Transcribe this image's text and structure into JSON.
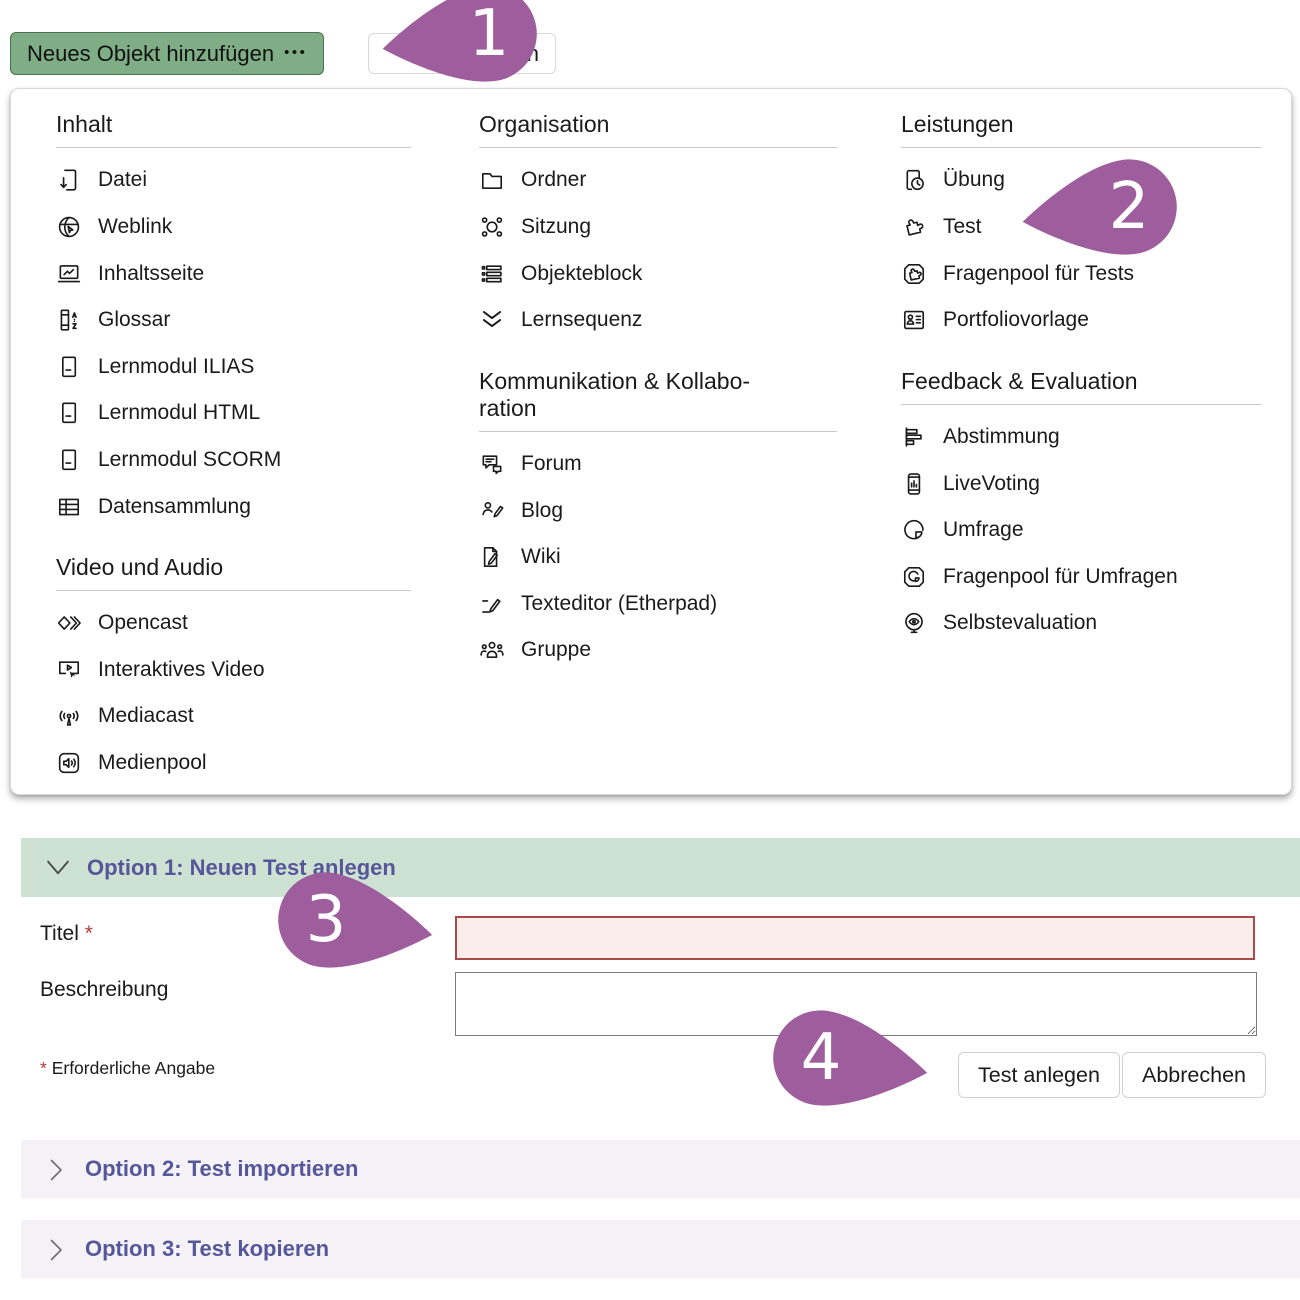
{
  "colors": {
    "accent_green_button": "#7ead86",
    "option1_header_bg": "#cde2d2",
    "collapsed_header_bg": "#f4f2f6",
    "header_title_purple": "#56569a",
    "badge_purple": "#9e5e9e",
    "error_border": "#ab4a4a",
    "error_bg": "#fceded"
  },
  "toolbar": {
    "add_object_label": "Neues Objekt hinzufügen",
    "add_object_dots": "•••",
    "partial_button_label": "alten"
  },
  "badges": [
    "1",
    "2",
    "3",
    "4"
  ],
  "menu": {
    "columns": [
      {
        "sections": [
          {
            "title_lines": [
              "Inhalt"
            ],
            "items": [
              {
                "icon": "file-icon",
                "label": "Datei"
              },
              {
                "icon": "weblink-icon",
                "label": "Weblink"
              },
              {
                "icon": "content-page-icon",
                "label": "Inhaltsseite"
              },
              {
                "icon": "glossary-icon",
                "label": "Glossar"
              },
              {
                "icon": "learning-module-ilias-icon",
                "label": "Lernmodul ILIAS"
              },
              {
                "icon": "learning-module-html-icon",
                "label": "Lernmodul HTML"
              },
              {
                "icon": "learning-module-scorm-icon",
                "label": "Lernmodul SCORM"
              },
              {
                "icon": "data-collection-icon",
                "label": "Datensammlung"
              }
            ]
          },
          {
            "title_lines": [
              "Video und Audio"
            ],
            "items": [
              {
                "icon": "opencast-icon",
                "label": "Opencast"
              },
              {
                "icon": "interactive-video-icon",
                "label": "Interaktives Video"
              },
              {
                "icon": "mediacast-icon",
                "label": "Mediacast"
              },
              {
                "icon": "media-pool-icon",
                "label": "Medienpool"
              }
            ]
          }
        ]
      },
      {
        "sections": [
          {
            "title_lines": [
              "Organisation"
            ],
            "items": [
              {
                "icon": "folder-icon",
                "label": "Ordner"
              },
              {
                "icon": "session-icon",
                "label": "Sitzung"
              },
              {
                "icon": "object-block-icon",
                "label": "Objekteblock"
              },
              {
                "icon": "learning-sequence-icon",
                "label": "Lernsequenz"
              }
            ]
          },
          {
            "title_lines": [
              "Kommunikation & Kollabo-",
              "ration"
            ],
            "items": [
              {
                "icon": "forum-icon",
                "label": "Forum"
              },
              {
                "icon": "blog-icon",
                "label": "Blog"
              },
              {
                "icon": "wiki-icon",
                "label": "Wiki"
              },
              {
                "icon": "texteditor-icon",
                "label": "Texteditor (Etherpad)"
              },
              {
                "icon": "group-icon",
                "label": "Gruppe"
              }
            ]
          }
        ]
      },
      {
        "sections": [
          {
            "title_lines": [
              "Leistungen"
            ],
            "items": [
              {
                "icon": "exercise-icon",
                "label": "Übung"
              },
              {
                "icon": "test-icon",
                "label": "Test"
              },
              {
                "icon": "question-pool-test-icon",
                "label": "Fragenpool für Tests"
              },
              {
                "icon": "portfolio-template-icon",
                "label": "Portfoliovorlage"
              }
            ]
          },
          {
            "title_lines": [
              "Feedback & Evaluation"
            ],
            "items": [
              {
                "icon": "poll-icon",
                "label": "Abstimmung"
              },
              {
                "icon": "livevoting-icon",
                "label": "LiveVoting"
              },
              {
                "icon": "survey-icon",
                "label": "Umfrage"
              },
              {
                "icon": "question-pool-survey-icon",
                "label": "Fragenpool für Umfragen"
              },
              {
                "icon": "self-evaluation-icon",
                "label": "Selbstevaluation"
              }
            ]
          }
        ]
      }
    ]
  },
  "form": {
    "option1_title": "Option 1: Neuen Test anlegen",
    "titel_label": "Titel",
    "titel_required_mark": "*",
    "titel_value": "",
    "beschreibung_label": "Beschreibung",
    "beschreibung_value": "",
    "required_note_mark": "*",
    "required_note_text": "Erforderliche Angabe",
    "submit_label": "Test anlegen",
    "cancel_label": "Abbrechen"
  },
  "collapsed_sections": [
    {
      "title": "Option 2: Test importieren"
    },
    {
      "title": "Option 3: Test kopieren"
    }
  ]
}
